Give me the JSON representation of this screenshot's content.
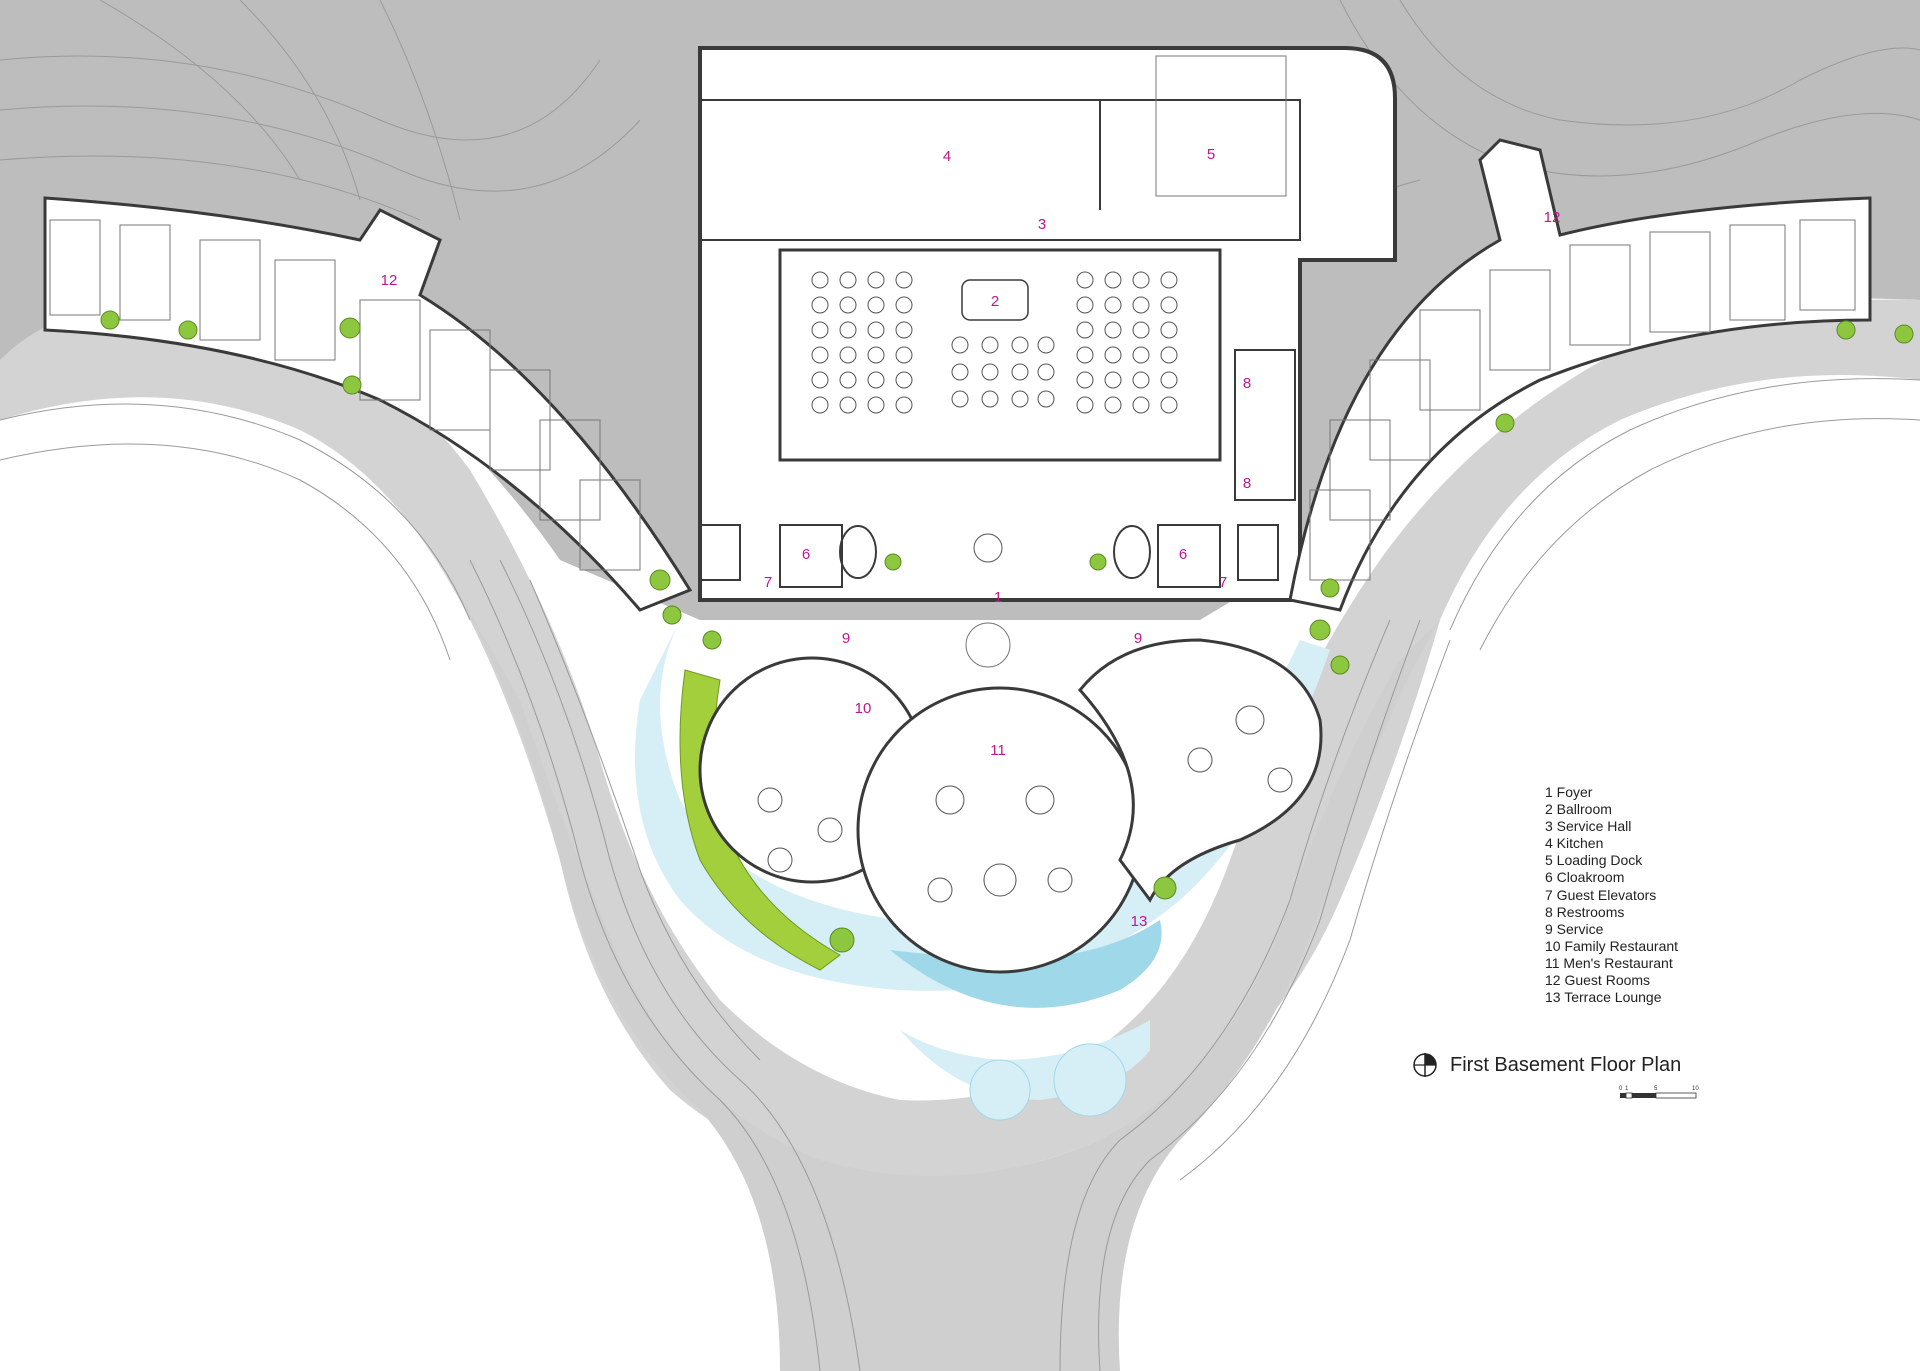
{
  "title": "First Basement Floor Plan",
  "room_numbers": [
    "1",
    "2",
    "3",
    "4",
    "5",
    "6",
    "6",
    "7",
    "7",
    "8",
    "8",
    "9",
    "9",
    "10",
    "11",
    "12",
    "12",
    "13"
  ],
  "legend": [
    "1 Foyer",
    "2 Ballroom",
    "3 Service Hall",
    "4 Kitchen",
    "5 Loading Dock",
    "6 Cloakroom",
    "7 Guest Elevators",
    "8 Restrooms",
    "9 Service",
    "10 Family Restaurant",
    "11 Men's Restaurant",
    "12 Guest Rooms",
    "13 Terrace Lounge"
  ],
  "scale_bar": {
    "labels": [
      "0",
      "1",
      "5",
      "10"
    ]
  },
  "icons": [
    "north-arrow-icon"
  ],
  "colors": {
    "terrain": "#cfcfcf",
    "terrain_dark": "#bdbdbd",
    "contour": "#9a9a9a",
    "wall": "#3a3a3a",
    "water": "#9fd8e8",
    "water_light": "#d6eef5",
    "green_roof": "#a4cf3c",
    "tree": "#8dc63f",
    "room_number": "#c0168f"
  }
}
